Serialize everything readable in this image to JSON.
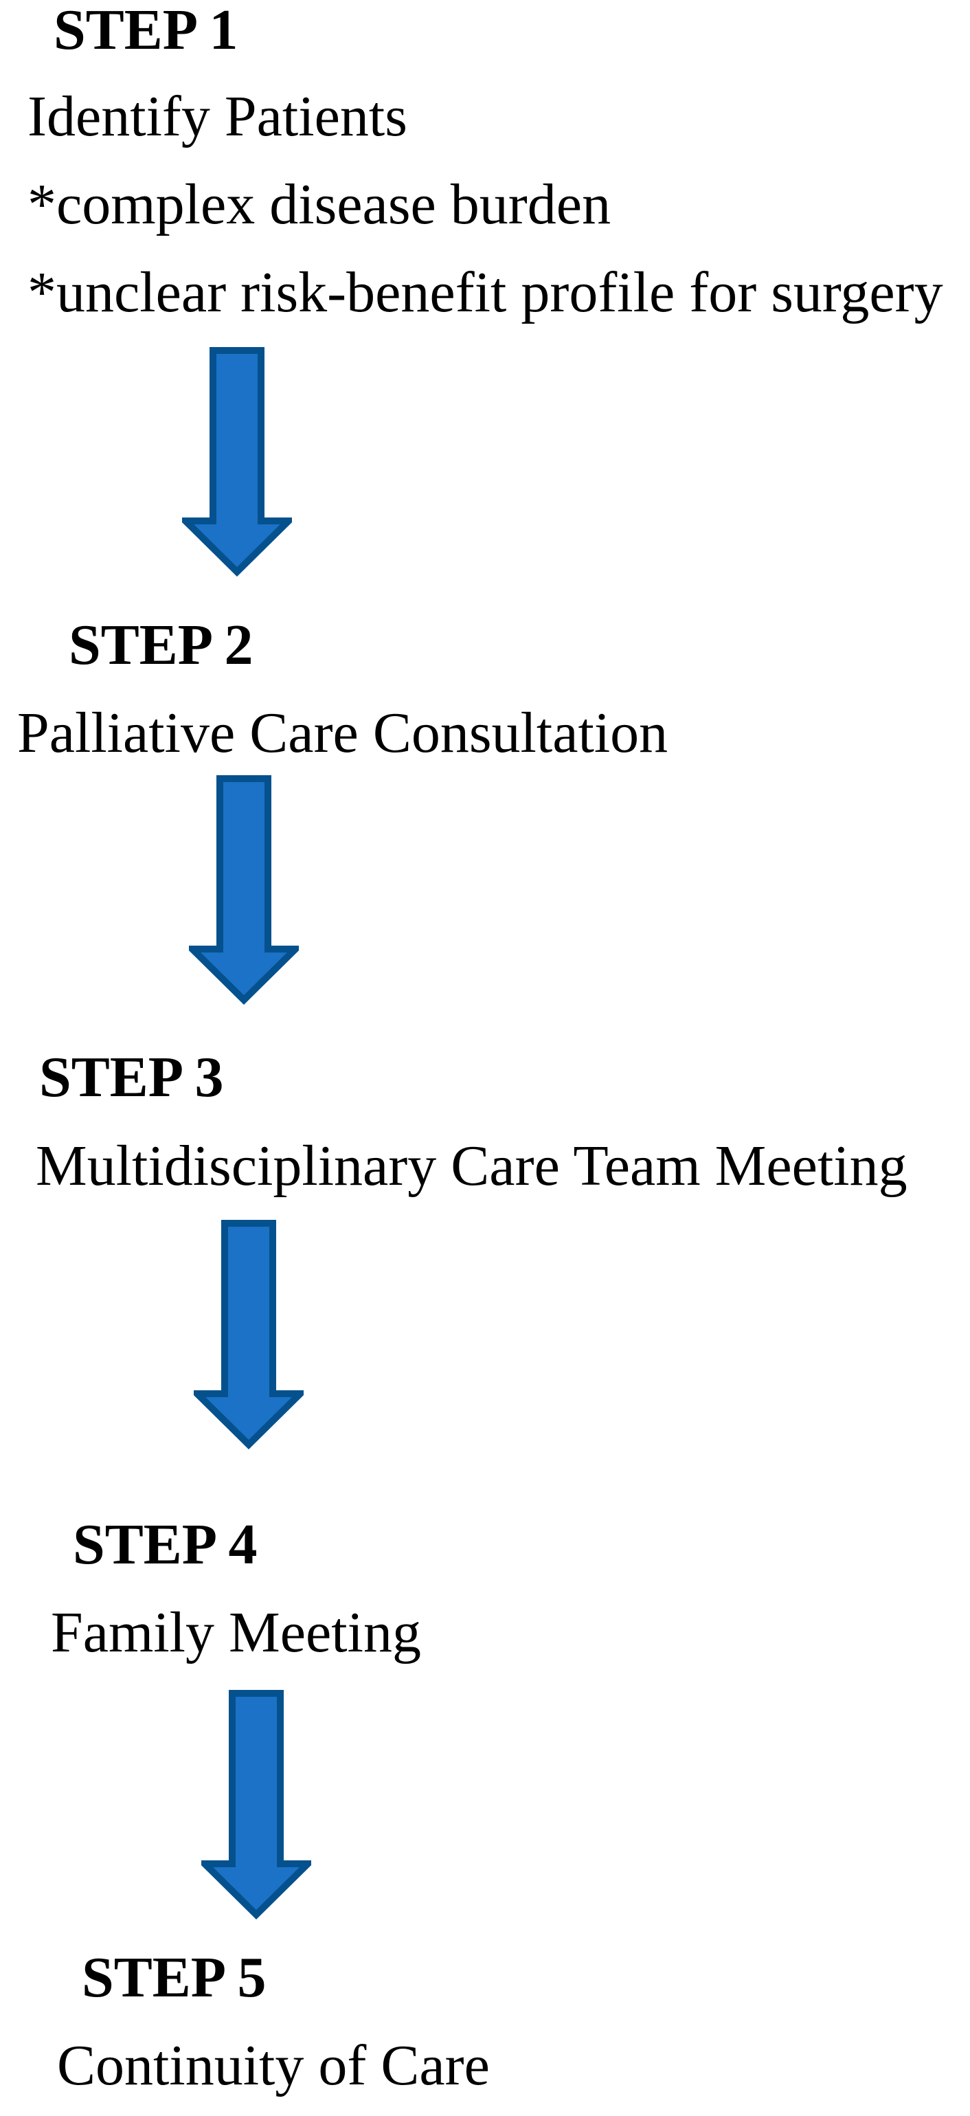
{
  "figure": {
    "type": "flowchart",
    "background": "#ffffff",
    "text_color": "#000000"
  },
  "colors": {
    "arrow_fill": "#1B72C6",
    "arrow_border": "#05518E"
  },
  "steps": [
    {
      "title": "STEP 1",
      "lines": [
        "Identify Patients",
        "*complex disease burden",
        "*unclear risk-benefit profile for surgery"
      ]
    },
    {
      "title": "STEP 2",
      "lines": [
        "Palliative Care Consultation"
      ]
    },
    {
      "title": "STEP 3",
      "lines": [
        "Multidisciplinary Care Team Meeting"
      ]
    },
    {
      "title": "STEP 4",
      "lines": [
        "Family Meeting"
      ]
    },
    {
      "title": "STEP 5",
      "lines": [
        "Continuity of Care"
      ]
    }
  ],
  "arrows": [
    {
      "name": "arrow-step1-to-step2",
      "direction": "down"
    },
    {
      "name": "arrow-step2-to-step3",
      "direction": "down"
    },
    {
      "name": "arrow-step3-to-step4",
      "direction": "down"
    },
    {
      "name": "arrow-step4-to-step5",
      "direction": "down"
    }
  ]
}
